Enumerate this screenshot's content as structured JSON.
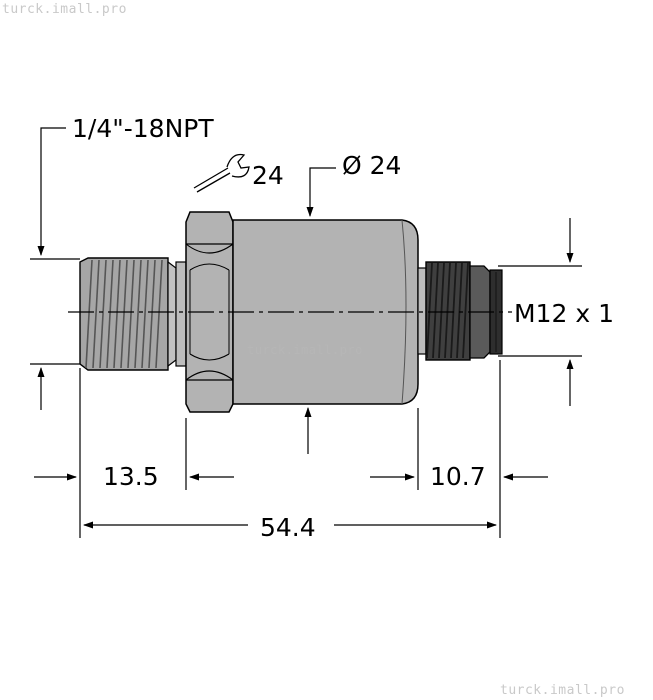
{
  "watermarks": {
    "top": "turck.imall.pro",
    "bottom": "turck.imall.pro",
    "center": "turck.imall.pro"
  },
  "labels": {
    "thread": "1/4\"-18NPT",
    "wrench_size": "24",
    "diameter": "Ø 24",
    "connector": "M12 x 1",
    "dim_thread_length": "13.5",
    "dim_connector_length": "10.7",
    "dim_total_length": "54.4"
  },
  "colors": {
    "body": "#b3b3b3",
    "thread": "#9a9a9a",
    "connector_thread": "#3a3a3a",
    "outline": "#000000"
  }
}
